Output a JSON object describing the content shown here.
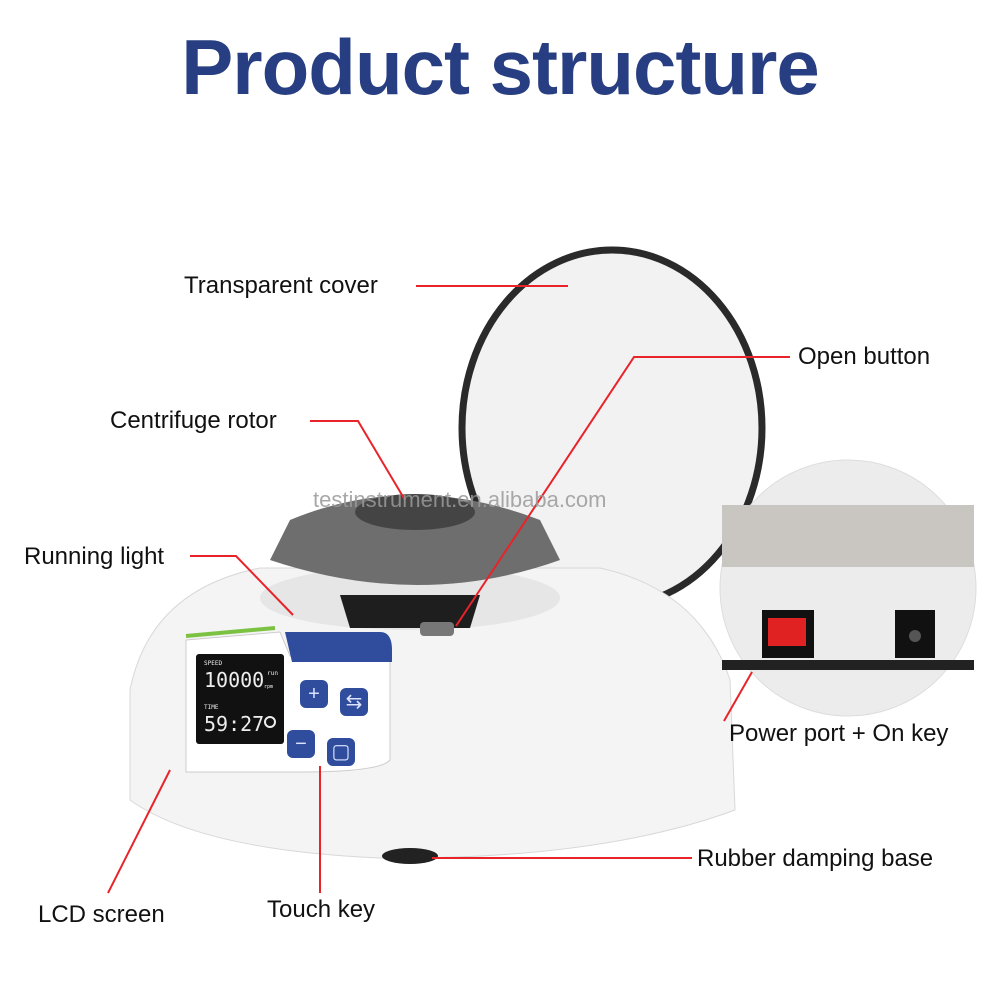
{
  "title": "Product structure",
  "watermark": "testinstrument.en.alibaba.com",
  "labels": {
    "transparent_cover": "Transparent cover",
    "centrifuge_rotor": "Centrifuge rotor",
    "running_light": "Running light",
    "open_button": "Open button",
    "power_port": "Power port + On key",
    "rubber_base": "Rubber damping base",
    "lcd_screen": "LCD screen",
    "touch_key": "Touch key"
  },
  "lcd": {
    "speed_label": "SPEED",
    "speed_value": "10000",
    "speed_unit": "rpm",
    "status": "run",
    "time_label": "TIME",
    "time_value": "59:27"
  },
  "keys": [
    "+",
    "⇆",
    "−",
    "▢"
  ],
  "colors": {
    "title": "#283e82",
    "leader": "#e8232a",
    "panel_blue": "#2f4d9c",
    "accent_green": "#7cc242"
  }
}
